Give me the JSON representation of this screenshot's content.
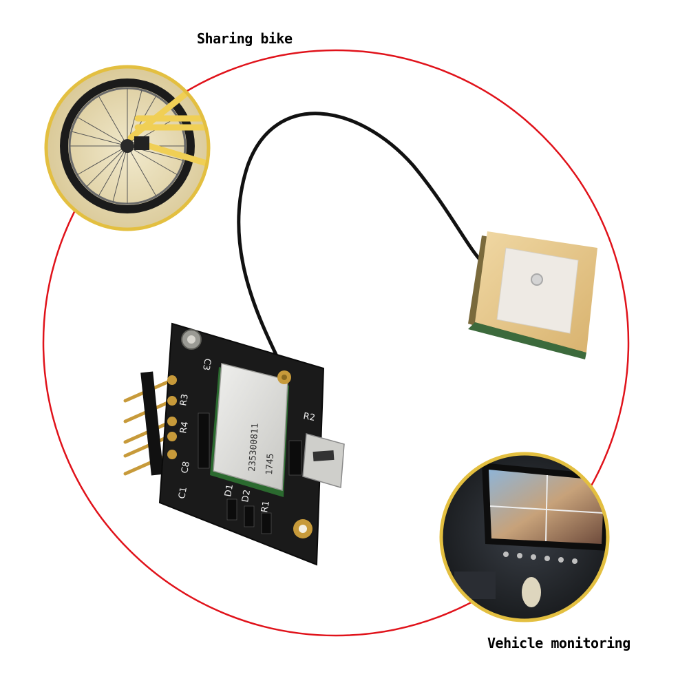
{
  "captions": {
    "top": "Sharing bike",
    "bottom": "Vehicle monitoring"
  },
  "board": {
    "module_id": "235300811",
    "module_date": "1745",
    "labels": [
      "C8",
      "C1",
      "R1",
      "R2",
      "C3",
      "R3",
      "R4",
      "D1",
      "D2"
    ]
  },
  "colors": {
    "ring": "#e0121a",
    "pcb": "#1a1a1a",
    "shield": "#d9d9d6",
    "antenna_ceramic": "#e4c58a",
    "antenna_top": "#eeeae4",
    "gold": "#c79a3a",
    "bike_bg": "#e7dbb6",
    "bike_frame": "#f0cf55"
  },
  "icons": [
    "gps-module",
    "patch-antenna",
    "bike-wheel",
    "dashboard-monitor"
  ]
}
